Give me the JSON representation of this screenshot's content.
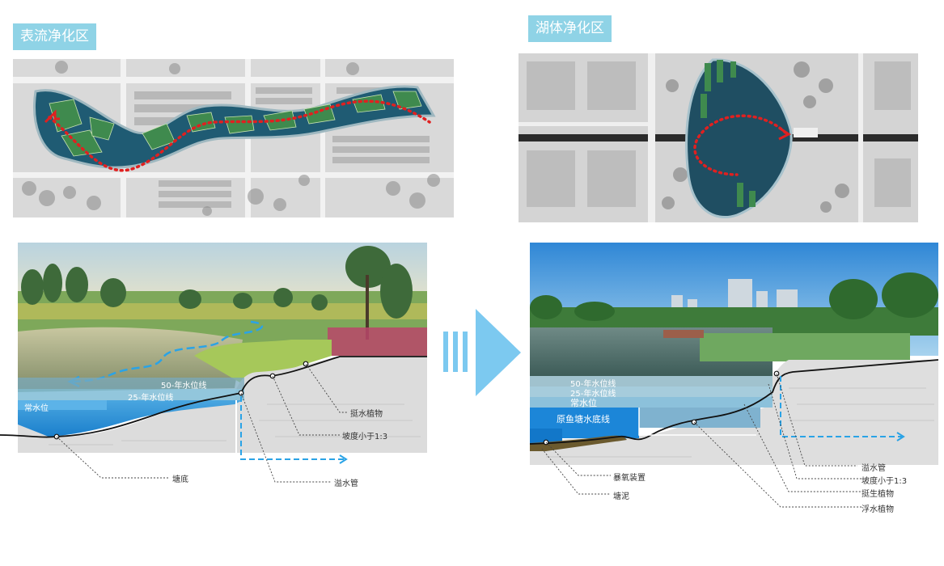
{
  "left": {
    "title": "表流净化区",
    "labels": {
      "wl50": "50-年水位线",
      "wl25": "25-年水位线",
      "normal": "常水位",
      "emergent": "挺水植物",
      "slope": "坡度小于1:3",
      "bottom": "塘底",
      "overflow": "溢水管"
    }
  },
  "right": {
    "title": "湖体净化区",
    "labels": {
      "wl50": "50-年水位线",
      "wl25": "25-年水位线",
      "normal": "常水位",
      "fishpond": "原鱼塘水底线",
      "overflow": "溢水管",
      "slope": "坡度小于1:3",
      "emergent": "挺生植物",
      "floating": "浮水植物",
      "aerator": "暴氧装置",
      "mud": "塘泥"
    }
  },
  "colors": {
    "tag": "#8fd3e6",
    "arrow": "#7cc9f0",
    "path": "#e02020",
    "water": "#2f93d6",
    "flow": "#2aa3e6"
  }
}
